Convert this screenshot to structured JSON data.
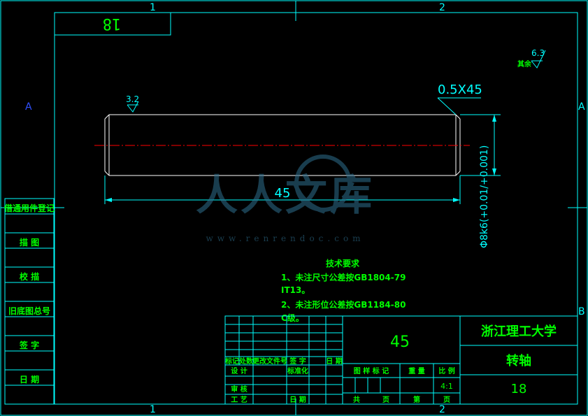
{
  "frame": {
    "zone_cols_top": [
      "1",
      "2"
    ],
    "zone_cols_bottom": [
      "1",
      "2"
    ],
    "zone_rows_left": [
      "A"
    ],
    "zone_rows_right": [
      "A",
      "B"
    ]
  },
  "drawing_no_box": "18",
  "surface_roughness": {
    "general": {
      "label": "其余",
      "value": "6.3"
    },
    "face": {
      "value": "3.2"
    }
  },
  "dimensions": {
    "chamfer": "0.5X45",
    "length": "45",
    "diameter": "Φ8k6(+0.01/+0.001)"
  },
  "tech_requirements": {
    "title": "技术要求",
    "lines": [
      "1、未注尺寸公差按GB1804-79",
      "IT13。",
      "2、未注形位公差按GB1184-80",
      "C级。"
    ]
  },
  "left_stamps": [
    "借通用件登记",
    "描  图",
    "校  描",
    "旧底图总号",
    "签  字",
    "日  期"
  ],
  "title_block": {
    "material": "45",
    "university": "浙江理工大学",
    "part_name": "转轴",
    "drawing_number": "18",
    "revision_header": [
      "标记",
      "处数",
      "更改文件号",
      "签 字",
      "日 期"
    ],
    "sign_rows": [
      "设 计",
      "标准化",
      "审 核",
      "工 艺",
      "日 期"
    ],
    "props_header": [
      "图 样 标 记",
      "重 量",
      "比 例"
    ],
    "scale": "4:1",
    "sheet": [
      "共",
      "页",
      "第",
      "页"
    ]
  },
  "watermark": {
    "text": "人人文库",
    "url": "www.renrendoc.com"
  },
  "colors": {
    "frame": "#00ffff",
    "text": "#00ff00",
    "part": "#ffffff",
    "center": "#ff0000",
    "zone_label": "#3050ff"
  }
}
